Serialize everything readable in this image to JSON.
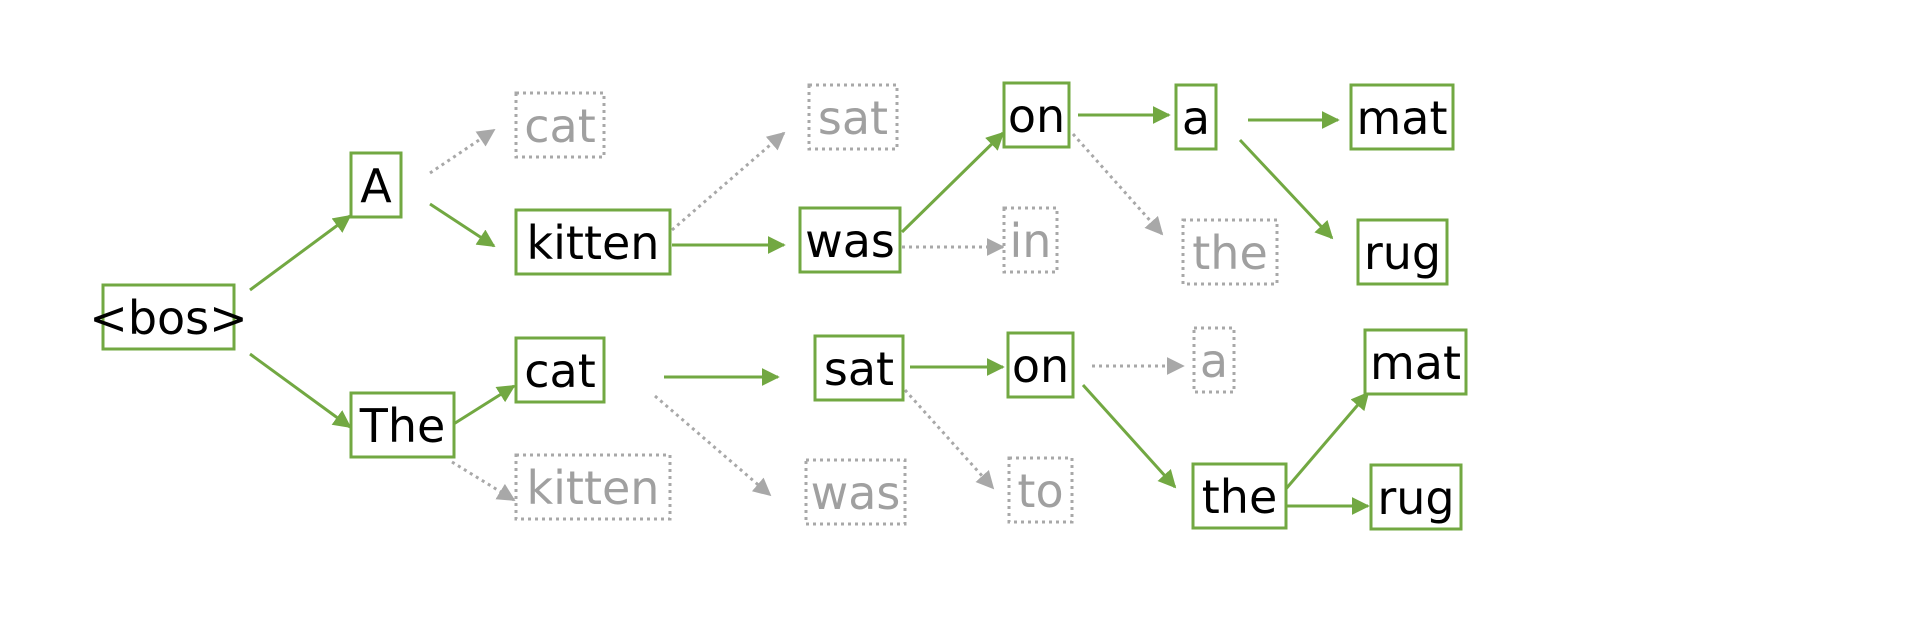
{
  "colors": {
    "active": "#72a842",
    "pruned": "#a8a8a8",
    "active_text": "#000000",
    "pruned_text": "#a0a0a0"
  },
  "nodes": [
    {
      "id": "bos",
      "label": "<bos>",
      "state": "active"
    },
    {
      "id": "A",
      "label": "A",
      "state": "active"
    },
    {
      "id": "The",
      "label": "The",
      "state": "active"
    },
    {
      "id": "cat_top",
      "label": "cat",
      "state": "pruned"
    },
    {
      "id": "kitten_top",
      "label": "kitten",
      "state": "active"
    },
    {
      "id": "cat_bot",
      "label": "cat",
      "state": "active"
    },
    {
      "id": "kitten_bot",
      "label": "kitten",
      "state": "pruned"
    },
    {
      "id": "sat_top",
      "label": "sat",
      "state": "pruned"
    },
    {
      "id": "was_top",
      "label": "was",
      "state": "active"
    },
    {
      "id": "sat_bot",
      "label": "sat",
      "state": "active"
    },
    {
      "id": "was_bot",
      "label": "was",
      "state": "pruned"
    },
    {
      "id": "on_top",
      "label": "on",
      "state": "active"
    },
    {
      "id": "in",
      "label": "in",
      "state": "pruned"
    },
    {
      "id": "on_bot",
      "label": "on",
      "state": "active"
    },
    {
      "id": "to",
      "label": "to",
      "state": "pruned"
    },
    {
      "id": "a_top",
      "label": "a",
      "state": "active"
    },
    {
      "id": "the_top",
      "label": "the",
      "state": "pruned"
    },
    {
      "id": "a_bot",
      "label": "a",
      "state": "pruned"
    },
    {
      "id": "the_bot",
      "label": "the",
      "state": "active"
    },
    {
      "id": "mat_top",
      "label": "mat",
      "state": "active"
    },
    {
      "id": "rug_top",
      "label": "rug",
      "state": "active"
    },
    {
      "id": "mat_bot",
      "label": "mat",
      "state": "active"
    },
    {
      "id": "rug_bot",
      "label": "rug",
      "state": "active"
    }
  ],
  "edges": [
    {
      "from": "bos",
      "to": "A",
      "state": "active"
    },
    {
      "from": "bos",
      "to": "The",
      "state": "active"
    },
    {
      "from": "A",
      "to": "cat_top",
      "state": "pruned"
    },
    {
      "from": "A",
      "to": "kitten_top",
      "state": "active"
    },
    {
      "from": "The",
      "to": "cat_bot",
      "state": "active"
    },
    {
      "from": "The",
      "to": "kitten_bot",
      "state": "pruned"
    },
    {
      "from": "kitten_top",
      "to": "sat_top",
      "state": "pruned"
    },
    {
      "from": "kitten_top",
      "to": "was_top",
      "state": "active"
    },
    {
      "from": "cat_bot",
      "to": "sat_bot",
      "state": "active"
    },
    {
      "from": "cat_bot",
      "to": "was_bot",
      "state": "pruned"
    },
    {
      "from": "was_top",
      "to": "on_top",
      "state": "active"
    },
    {
      "from": "was_top",
      "to": "in",
      "state": "pruned"
    },
    {
      "from": "sat_bot",
      "to": "on_bot",
      "state": "active"
    },
    {
      "from": "sat_bot",
      "to": "to",
      "state": "pruned"
    },
    {
      "from": "on_top",
      "to": "a_top",
      "state": "active"
    },
    {
      "from": "on_top",
      "to": "the_top",
      "state": "pruned"
    },
    {
      "from": "on_bot",
      "to": "a_bot",
      "state": "pruned"
    },
    {
      "from": "on_bot",
      "to": "the_bot",
      "state": "active"
    },
    {
      "from": "a_top",
      "to": "mat_top",
      "state": "active"
    },
    {
      "from": "a_top",
      "to": "rug_top",
      "state": "active"
    },
    {
      "from": "the_bot",
      "to": "mat_bot",
      "state": "active"
    },
    {
      "from": "the_bot",
      "to": "rug_bot",
      "state": "active"
    }
  ]
}
